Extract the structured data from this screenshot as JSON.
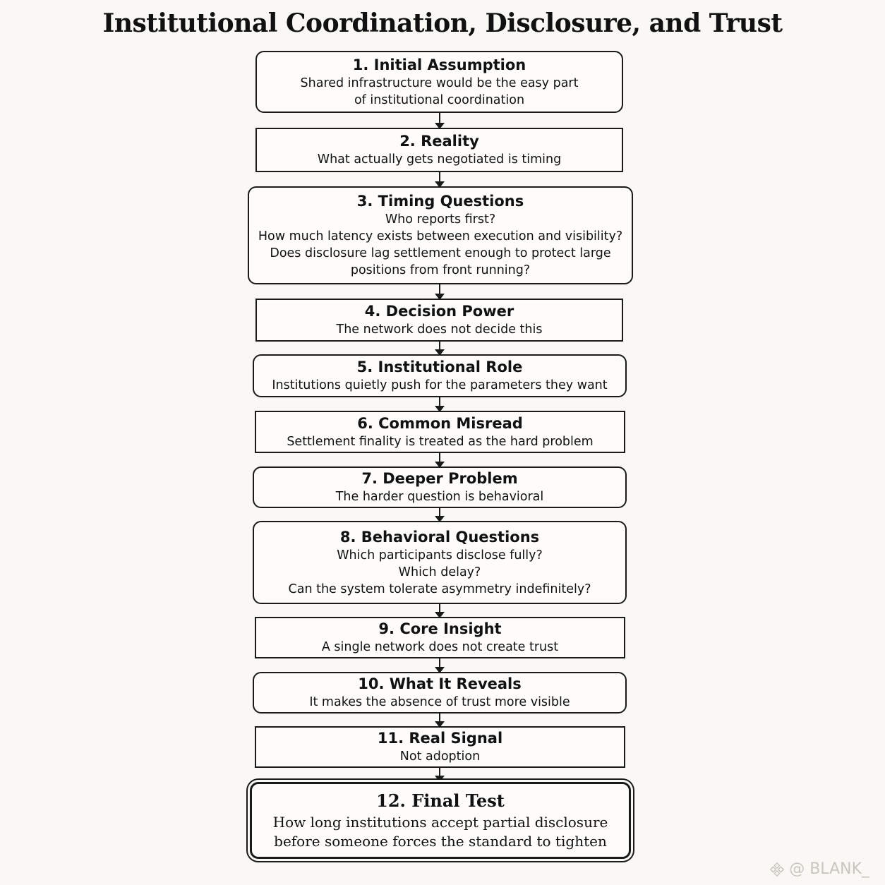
{
  "title": "Institutional Coordination, Disclosure, and Trust",
  "steps": [
    {
      "heading": "1. Initial Assumption",
      "lines": [
        "Shared infrastructure would be the easy part",
        "of institutional coordination"
      ]
    },
    {
      "heading": "2. Reality",
      "lines": [
        "What actually gets negotiated is timing"
      ]
    },
    {
      "heading": "3. Timing Questions",
      "lines": [
        "Who reports first?",
        "How much latency exists between execution and visibility?",
        "Does disclosure lag settlement enough to protect large",
        "positions from front running?"
      ]
    },
    {
      "heading": "4. Decision Power",
      "lines": [
        "The network does not decide this"
      ]
    },
    {
      "heading": "5. Institutional Role",
      "lines": [
        "Institutions quietly push for the parameters they want"
      ]
    },
    {
      "heading": "6. Common Misread",
      "lines": [
        "Settlement finality is treated as the hard problem"
      ]
    },
    {
      "heading": "7. Deeper Problem",
      "lines": [
        "The harder question is behavioral"
      ]
    },
    {
      "heading": "8. Behavioral Questions",
      "lines": [
        "Which participants disclose fully?",
        "Which delay?",
        "Can the system tolerate asymmetry indefinitely?"
      ]
    },
    {
      "heading": "9. Core Insight",
      "lines": [
        "A single network does not create trust"
      ]
    },
    {
      "heading": "10. What It Reveals",
      "lines": [
        "It makes the absence of trust more visible"
      ]
    },
    {
      "heading": "11. Real Signal",
      "lines": [
        "Not adoption"
      ]
    },
    {
      "heading": "12. Final Test",
      "lines": [
        "How long institutions accept partial disclosure",
        "before someone forces the standard to tighten"
      ]
    }
  ],
  "watermark": "@ BLANK_",
  "colors": {
    "background": "#faf8f4",
    "stroke": "#1a1a1a",
    "watermark": "#c9c6c0"
  }
}
